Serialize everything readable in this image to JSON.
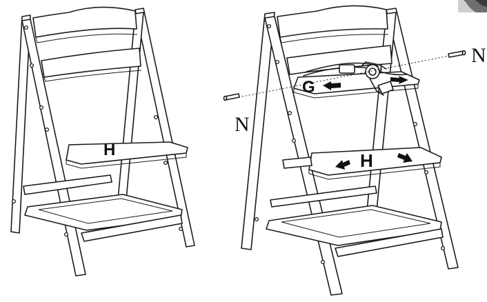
{
  "labels": {
    "left_seat": "H",
    "right_seat": "H",
    "tray": "G",
    "pin_left": "N",
    "pin_right": "N"
  },
  "colors": {
    "line": "#1a1a1a",
    "background": "#ffffff",
    "photo_thumb": "#8a8a8a"
  }
}
